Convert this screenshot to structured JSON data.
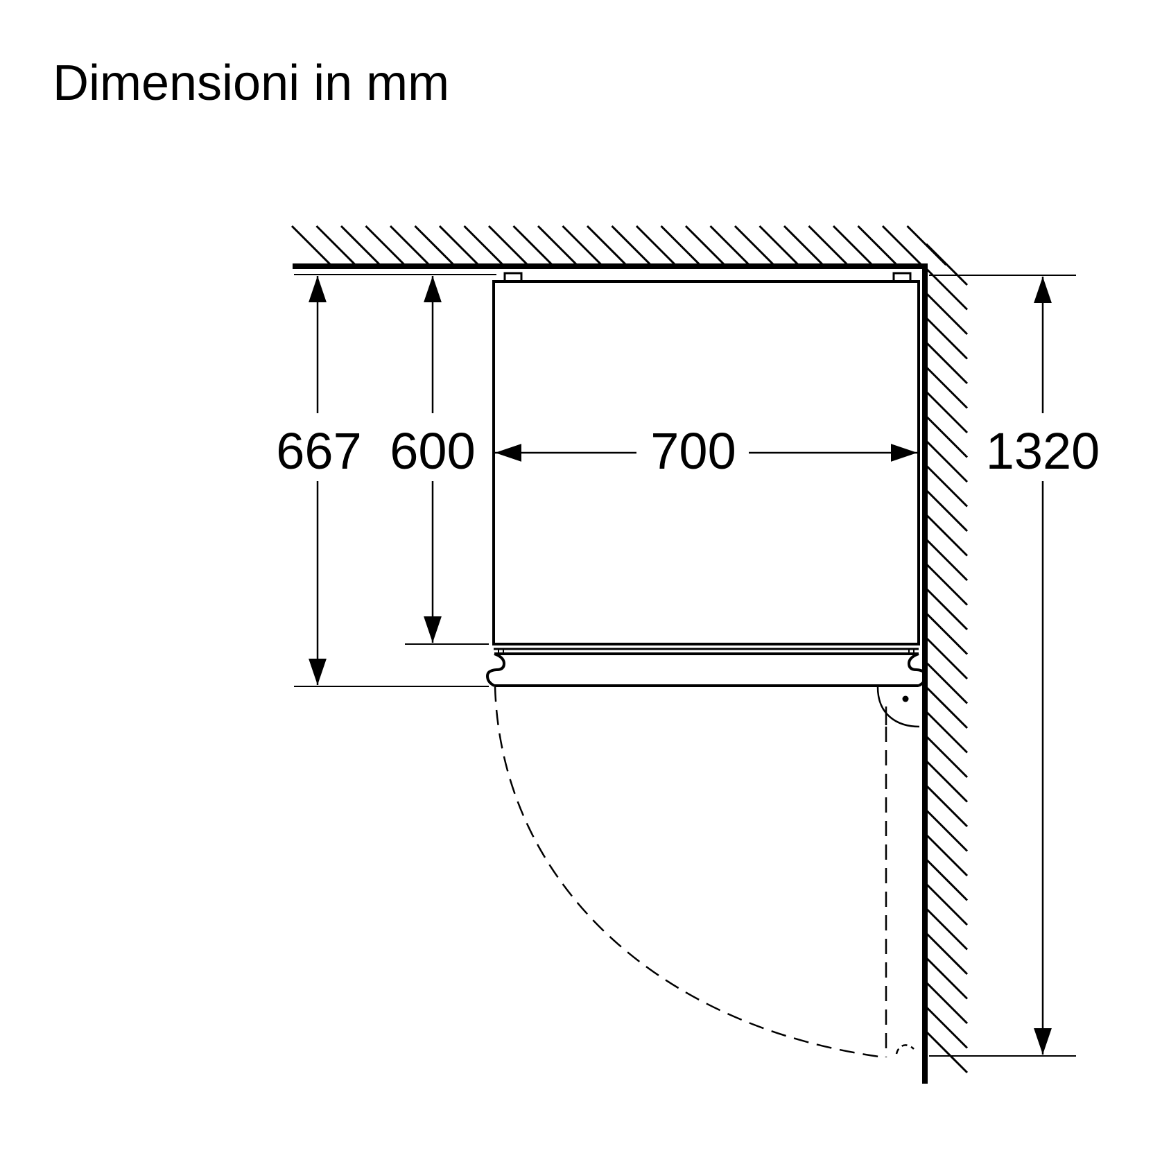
{
  "title": "Dimensioni in mm",
  "dimensions": {
    "depth_total": "667",
    "depth_body": "600",
    "width": "700",
    "door_swing": "1320"
  },
  "colors": {
    "line": "#000000",
    "background": "#ffffff"
  }
}
